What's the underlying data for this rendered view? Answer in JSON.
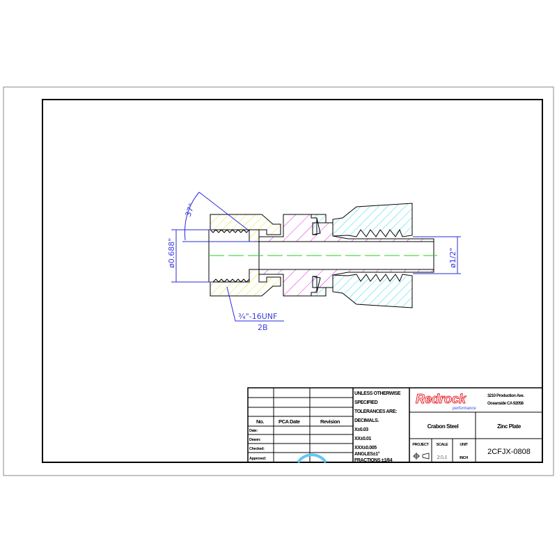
{
  "drawing": {
    "dimensions": {
      "angle": "37°",
      "thread_diameter": "ø0.688\"",
      "stem_diameter": "ø1/2\"",
      "thread_spec_line1": "¾\"-16UNF",
      "thread_spec_line2": "2B"
    }
  },
  "title_block": {
    "revision_headers": {
      "no": "No.",
      "pca_date": "PCA  Date",
      "revision": "Revision"
    },
    "row_labels": [
      "Date:",
      "Drawn:",
      "Checked:",
      "Approved:"
    ],
    "tolerances": [
      "UNLESS OTHERWISE",
      "SPECIFIED",
      "TOLERANCES ARE:",
      "DECIMALS.",
      "X±0.03",
      "XX±0.01",
      "XXX±0.005",
      "ANGLES±1°",
      "FRACTIONS ±1/64"
    ],
    "company": {
      "logo": "Redrock",
      "logo_sub": "performance",
      "address_line1": "3210 Production Ave.",
      "address_line2": "Oceanside CA 92058"
    },
    "material": "Crabon Steel",
    "finish": "Zinc Plate",
    "project_label": "PROJECT",
    "scale_label": "SCALE",
    "scale_value": "2:5:1",
    "unit_label": "UNIT",
    "unit_value": "INCH",
    "part_number": "2CFJX-0808"
  },
  "colors": {
    "dimension": "#2a2ad8",
    "nut_hatch": "#e6e620",
    "body_hatch": "#e020e0",
    "sleeve_hatch": "#30d8e8",
    "centerline": "#20d020",
    "logo_red": "#e8202a",
    "logo_blue": "#2a50e0"
  }
}
